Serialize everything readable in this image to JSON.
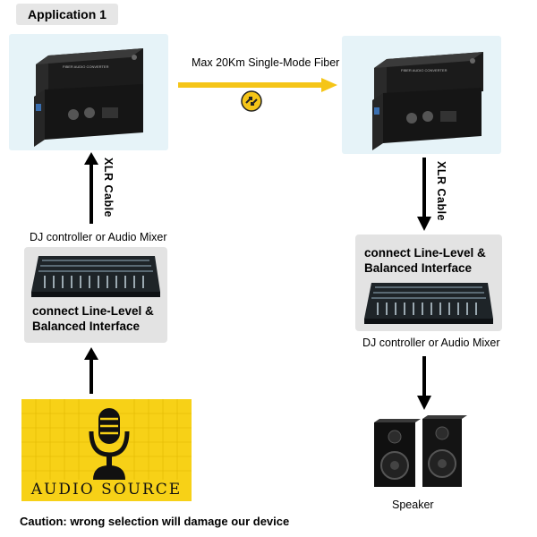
{
  "title": "Application 1",
  "fiber": {
    "label": "Max 20Km Single-Mode Fiber"
  },
  "left": {
    "cable_label": "XLR Cable",
    "mixer_caption": "DJ controller or Audio Mixer",
    "box_text": [
      "connect  Line-Level &",
      "Balanced Interface"
    ]
  },
  "right": {
    "cable_label": "XLR Cable",
    "box_text": [
      "connect  Line-Level &",
      "Balanced Interface"
    ],
    "mixer_caption": "DJ controller or Audio Mixer",
    "speaker_caption": "Speaker"
  },
  "audio_source": {
    "label": "AUDIO SOURCE"
  },
  "caution": "Caution:  wrong selection will damage our device",
  "colors": {
    "panel": "#e6f3f8",
    "grey_box": "#e3e3e3",
    "arrow_fiber": "#f5c518",
    "audio_bg": "#f7d117"
  }
}
